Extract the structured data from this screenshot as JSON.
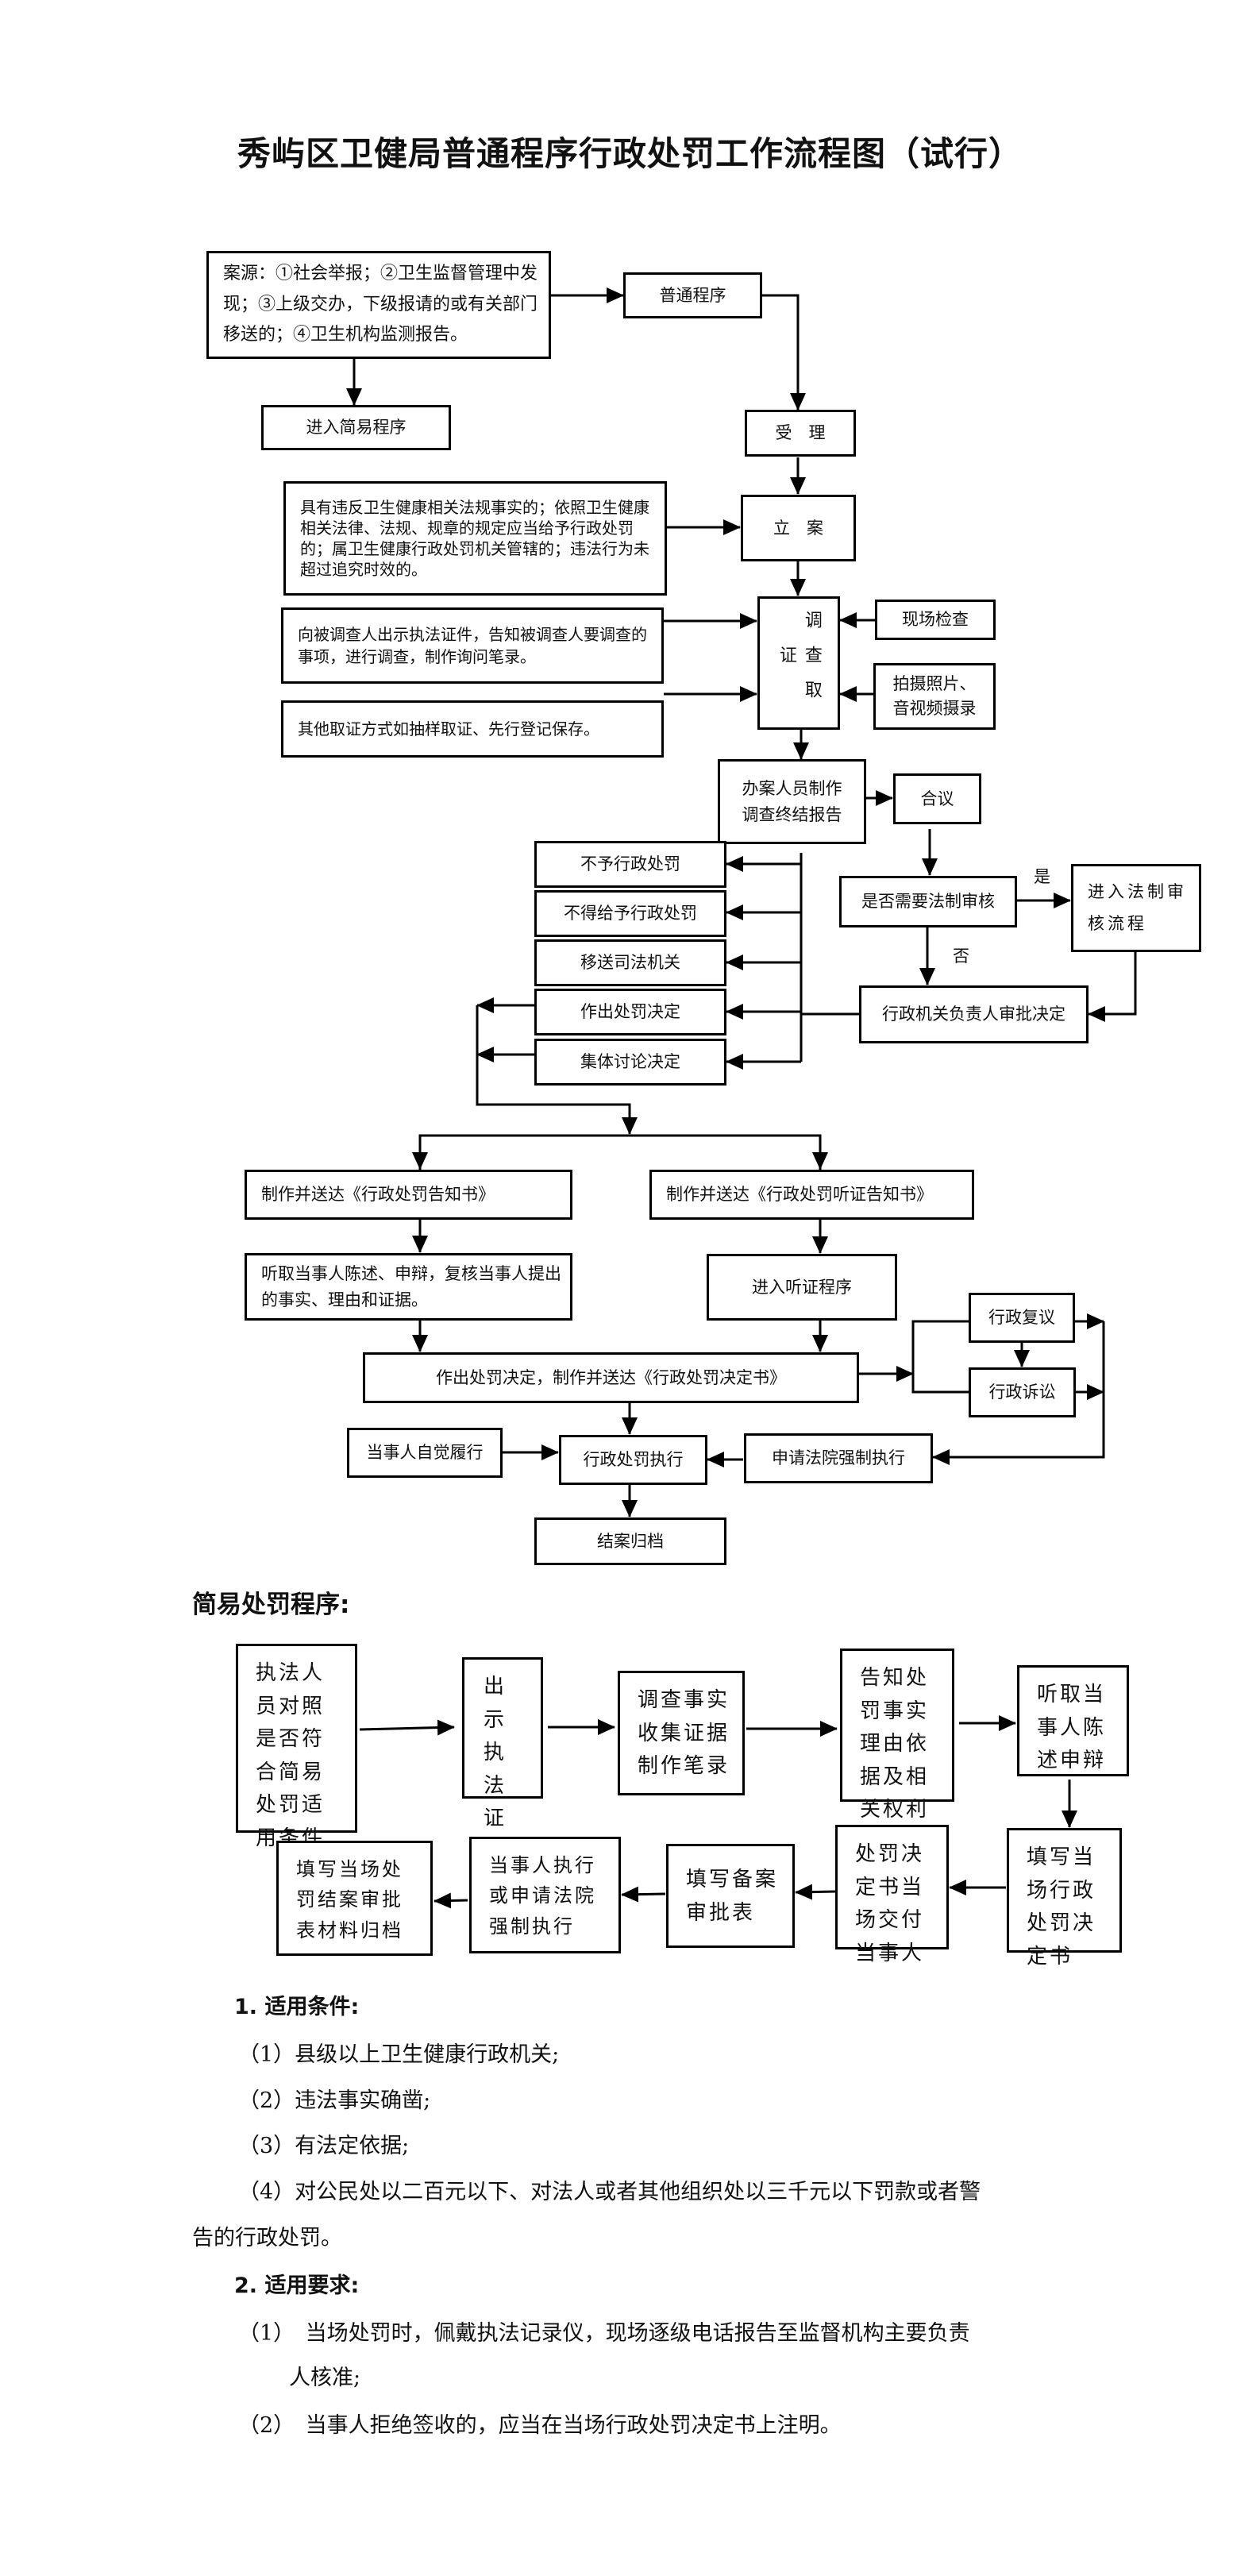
{
  "title": "秀屿区卫健局普通程序行政处罚工作流程图（试行）",
  "general_flow": {
    "case_source": "案源：①社会举报；②卫生监督管理中发现；③上级交办，下级报请的或有关部门移送的；④卫生机构监测报告。",
    "ordinary_procedure": "普通程序",
    "enter_simple_procedure": "进入简易程序",
    "accept": "受　理",
    "filing_conditions": "具有违反卫生健康相关法规事实的；依照卫生健康相关法律、法规、规章的规定应当给予行政处罚的；属卫生健康行政处罚机关管辖的；违法行为未超过追究时效的。",
    "file_case": "立　案",
    "investigate_note": "向被调查人出示执法证件，告知被调查人要调查的事项，进行调查，制作询问笔录。",
    "other_evidence": "其他取证方式如抽样取证、先行登记保存。",
    "investigation": "调查取证",
    "site_inspection": "现场检查",
    "photo_video": "拍摄照片、音视频摄录",
    "final_report": "办案人员制作调查终结报告",
    "deliberation": "合议",
    "legal_review_question": "是否需要法制审核",
    "yes_label": "是",
    "no_label": "否",
    "enter_legal_review": "进入法制审核流程",
    "head_approval": "行政机关负责人审批决定",
    "decisions": [
      "不予行政处罚",
      "不得给予行政处罚",
      "移送司法机关",
      "作出处罚决定",
      "集体讨论决定"
    ],
    "notice_penalty": "制作并送达《行政处罚告知书》",
    "notice_hearing": "制作并送达《行政处罚听证告知书》",
    "hear_statement": "听取当事人陈述、申辩，复核当事人提出的事实、理由和证据。",
    "enter_hearing": "进入听证程序",
    "make_decision": "作出处罚决定，制作并送达《行政处罚决定书》",
    "admin_reconsideration": "行政复议",
    "admin_litigation": "行政诉讼",
    "voluntary_performance": "当事人自觉履行",
    "penalty_execution": "行政处罚执行",
    "court_enforcement": "申请法院强制执行",
    "close_archive": "结案归档"
  },
  "simple_flow": {
    "heading": "简易处罚程序:",
    "steps": [
      "执法人员对照是否符合简易处罚适用条件",
      "出示执法证件",
      "调查事实收集证据制作笔录",
      "告知处罚事实理由依据及相关权利",
      "听取当事人陈述申辩",
      "填写当场行政处罚决定书",
      "处罚决定书当场交付当事人",
      "填写备案审批表",
      "当事人执行或申请法院强制执行",
      "填写当场处罚结案审批表材料归档"
    ]
  },
  "notes": {
    "conditions_title": "1.  适用条件:",
    "conditions": [
      "（1）县级以上卫生健康行政机关;",
      "（2）违法事实确凿;",
      "（3）有法定依据;",
      "（4）对公民处以二百元以下、对法人或者其他组织处以三千元以下罚款或者警"
    ],
    "conditions_wrap": "告的行政处罚。",
    "requirements_title": "2.  适用要求:",
    "requirements": [
      "（1）　当场处罚时，佩戴执法记录仪，现场逐级电话报告至监督机构主要负责",
      "（2）　当事人拒绝签收的，应当在当场行政处罚决定书上注明。"
    ],
    "requirements_wrap": "人核准;"
  }
}
